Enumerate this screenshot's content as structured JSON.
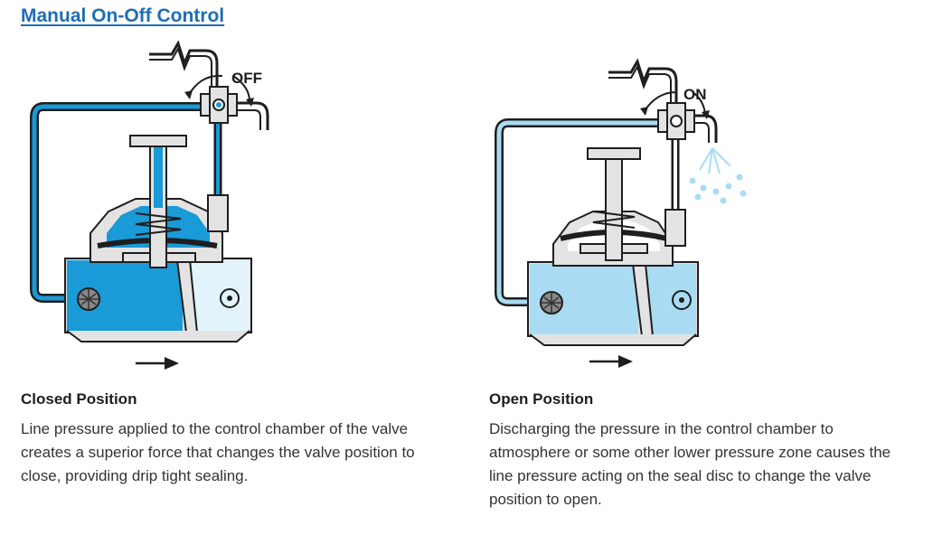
{
  "header": {
    "title": "Manual On-Off Control"
  },
  "diagrams": [
    {
      "valve_label": "OFF",
      "line_color": "#1a9ad6",
      "chamber_color": "#1a9ad6",
      "downstream_color": "#e3f3fb"
    },
    {
      "valve_label": "ON",
      "line_color": "#a9dcf3",
      "chamber_color": "#a9dcf3",
      "downstream_color": "#a9dcf3"
    }
  ],
  "captions": [
    {
      "heading": "Closed Position",
      "text": "Line pressure applied to the control chamber of the valve creates a superior force that changes the valve position to close, providing drip tight sealing."
    },
    {
      "heading": "Open Position",
      "text": "Discharging the pressure in the control chamber to atmosphere or some other lower pressure zone causes the line pressure acting on the seal disc to change the valve position to open."
    }
  ],
  "colors": {
    "title": "#1f6db5",
    "metal": "#e3e3e3",
    "outline": "#1e1e1e"
  },
  "icons": [
    "selector-valve-icon",
    "flow-direction-arrow-icon",
    "strainer-icon",
    "water-spray-icon"
  ]
}
